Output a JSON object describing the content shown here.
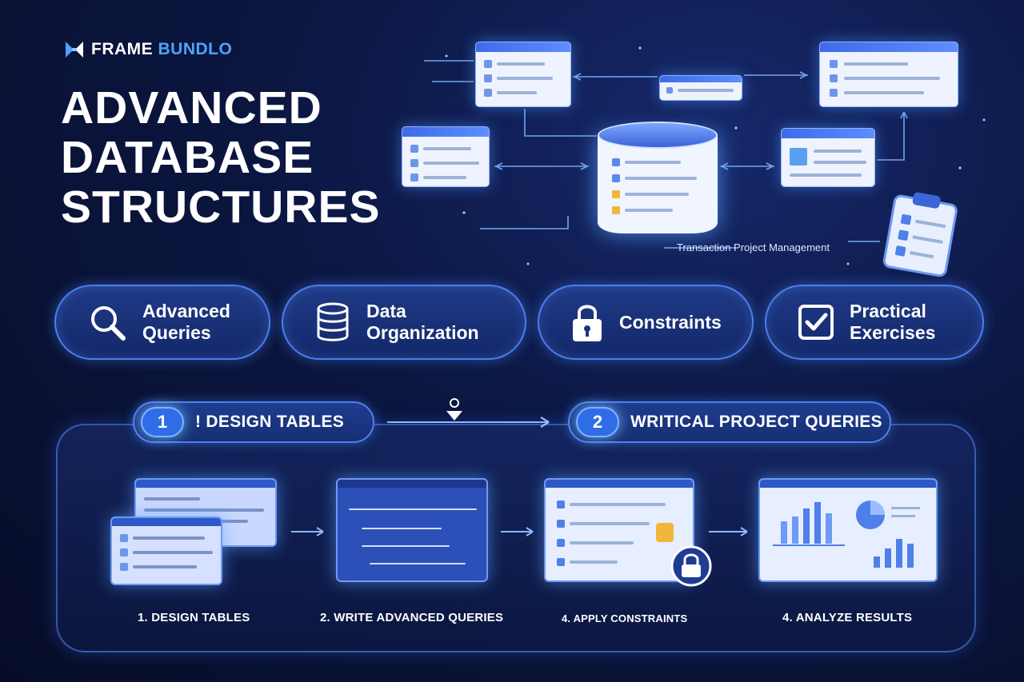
{
  "brand": {
    "part1": "FRAME",
    "part2": "BUNDLO"
  },
  "title": {
    "line1": "ADVANCED",
    "line2": "DATABASE",
    "line3": "STRUCTURES"
  },
  "hero": {
    "caption": "Transaction Project Management"
  },
  "features": [
    {
      "line1": "Advanced",
      "line2": "Queries",
      "icon": "search-icon"
    },
    {
      "line1": "Data",
      "line2": "Organization",
      "icon": "database-icon"
    },
    {
      "line1": "Constraints",
      "line2": "",
      "icon": "lock-icon"
    },
    {
      "line1": "Practical",
      "line2": "Exercises",
      "icon": "checkbox-icon"
    }
  ],
  "steps": [
    {
      "num": "1",
      "label": "! DESIGN TABLES"
    },
    {
      "num": "2",
      "label": "WRITICAL PROJECT QUERIES"
    }
  ],
  "workflow": [
    {
      "caption": "1. DESIGN TABLES"
    },
    {
      "caption": "2. WRITE ADVANCED QUERIES"
    },
    {
      "caption": "4. APPLY CONSTRAINTS"
    },
    {
      "caption": "4. ANALYZE RESULTS"
    }
  ],
  "colors": {
    "accent": "#4ea3ff",
    "pill_border": "#4d7ef0",
    "background": "#0b1640"
  }
}
